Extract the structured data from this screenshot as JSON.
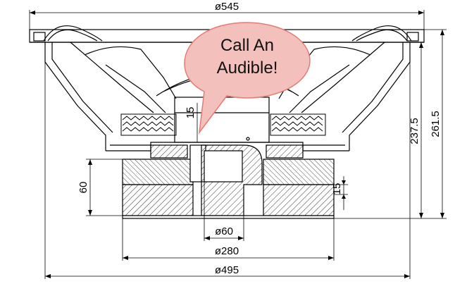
{
  "dimensions": {
    "top_diameter": "ø545",
    "height_total": "261.5",
    "height_body": "237.5",
    "pole_small": "15",
    "magnet_gap": "15",
    "magnet_height": "60",
    "pole_diameter": "ø60",
    "magnet_diameter": "ø280",
    "frame_diameter": "ø495"
  },
  "callout": {
    "line1": "Call An",
    "line2": "Audible!",
    "fill_color": "#f3c0bb",
    "stroke_color": "#e47c75"
  },
  "colors": {
    "line": "#000000",
    "background": "#ffffff"
  }
}
